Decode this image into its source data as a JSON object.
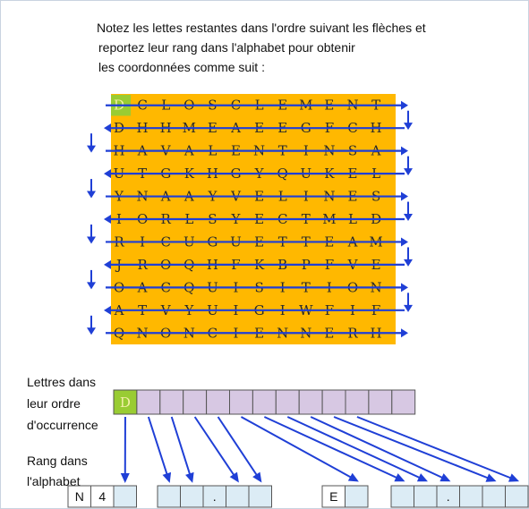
{
  "instructions": {
    "line1": "Notez les lettes restantes dans l'ordre suivant les flèches et",
    "line2": "reportez leur rang dans l'alphabet pour obtenir",
    "line3": "les coordonnées comme suit :"
  },
  "grid": {
    "rows": [
      "DCLOSCLEMENT",
      "DHHMEAEEGFCH",
      "HAVALENTINSA",
      "UTGKHGYQUKEL",
      "YNAAYVELINES",
      "IORLSYECTMLD",
      "RICUGUETTEAM",
      "JROQHFKBPFVE",
      "OACQUISITION",
      "ATVYUIGIWFIF",
      "QNONCIENNERH"
    ],
    "highlight_letter": "D",
    "colors": {
      "background": "#ffb800",
      "letters": "#2a2a2a",
      "strike": "#1f3fd6",
      "highlight": "#99cc33",
      "highlight_text": "#f4f0a8"
    }
  },
  "labels": {
    "occurrence_line1": "Lettres dans",
    "occurrence_line2": "leur ordre",
    "occurrence_line3": "d'occurrence",
    "rang_line1": "Rang dans",
    "rang_line2": "l'alphabet"
  },
  "occurrence_boxes": {
    "first_value": "D",
    "count": 13,
    "fill": "#d7c8e3",
    "first_fill": "#99cc33"
  },
  "coordinate_boxes": {
    "group1": [
      "N",
      "4",
      ""
    ],
    "group2": [
      "",
      "",
      ".",
      "",
      ""
    ],
    "group3": [
      "E",
      ""
    ],
    "group4": [
      "",
      "",
      ".",
      "",
      "",
      ""
    ],
    "fill": "#dcecf5"
  }
}
